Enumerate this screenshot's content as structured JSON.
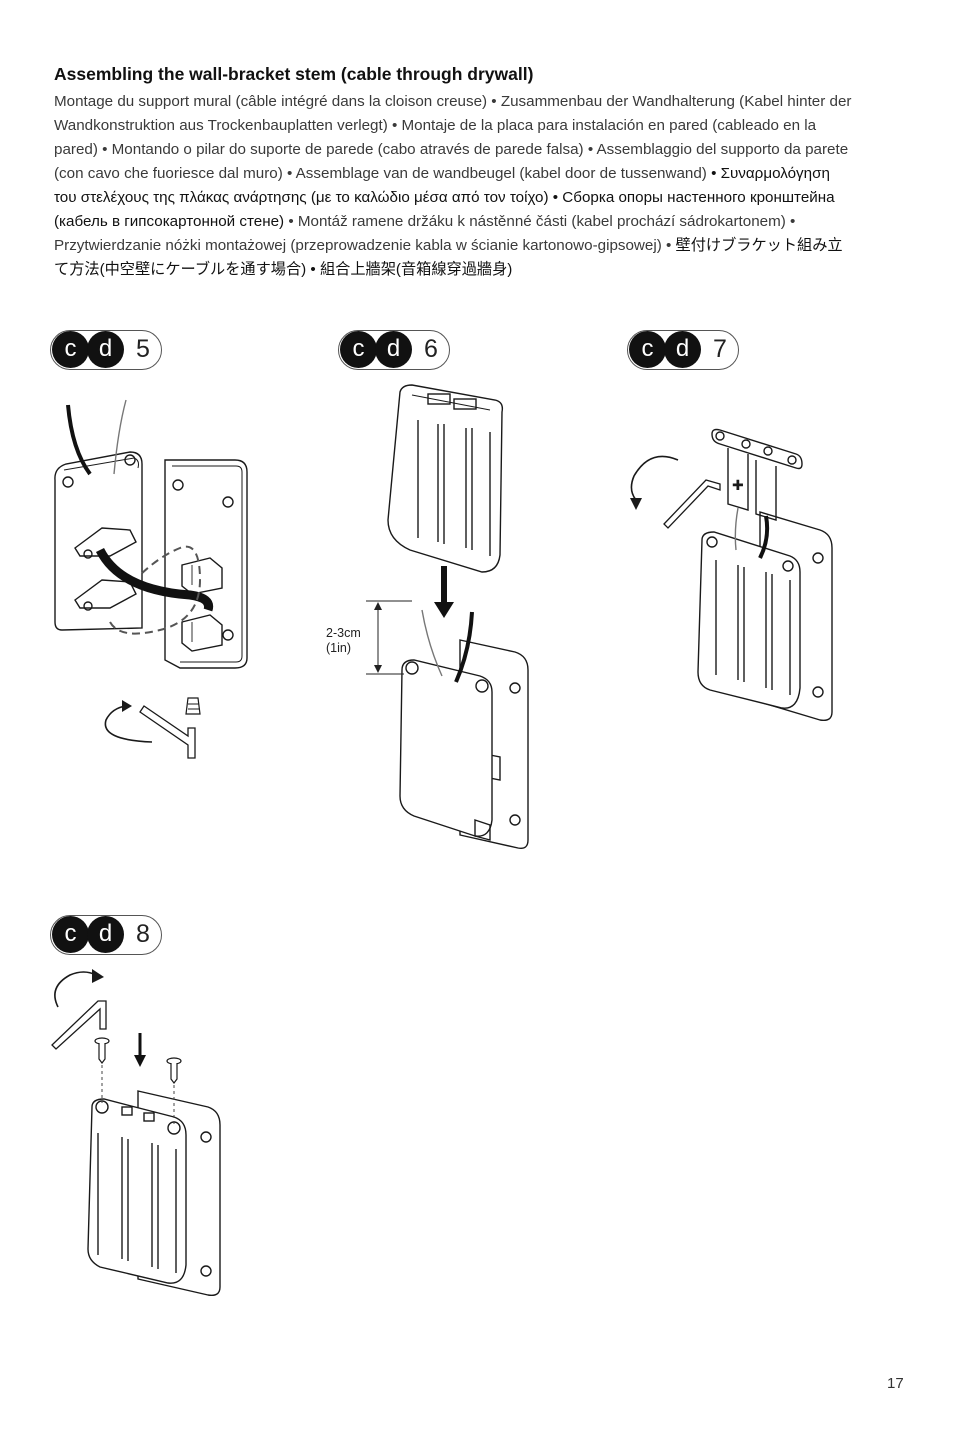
{
  "heading": "Assembling the wall-bracket stem (cable through drywall)",
  "intro": {
    "light_1": "Montage du support mural (câble intégré dans la cloison creuse) • Zusammenbau der Wandhalterung (Kabel hinter der Wandkonstruktion aus Trockenbauplatten verlegt) • Montaje de la placa para instalación en pared (cableado en la pared) • Montando o pilar do suporte de parede (cabo através de parede falsa) • Assemblaggio del supporto da parete (con cavo che fuoriesce dal muro) • Assemblage van de wandbeugel (kabel door de tussenwand) ",
    "dark_1": "• Συναρμολόγηση του στελέχους της πλάκας ανάρτησης (με το καλώδιο μέσα από τον τοίχο) • Сборка опоры настенного кронштейна (кабель в гипсокартонной стене) ",
    "light_2": "• Montáž ramene držáku k nástěnné části (kabel prochází sádrokartonem) • Przytwierdzanie nóżki montażowej (przeprowadzenie kabla w ścianie kartonowo-gipsowej) • ",
    "dark_2": "壁付けブラケット組み立て方法(中空壁にケーブルを通す場合) • 組合上牆架(音箱線穿過牆身)"
  },
  "steps": [
    {
      "c": "c",
      "d": "d",
      "n": "5"
    },
    {
      "c": "c",
      "d": "d",
      "n": "6"
    },
    {
      "c": "c",
      "d": "d",
      "n": "7"
    },
    {
      "c": "c",
      "d": "d",
      "n": "8"
    }
  ],
  "measurement": {
    "line1": "2-3cm",
    "line2": "(1in)"
  },
  "page_number": "17",
  "icons": [
    "rotate-arrow-icon",
    "hex-key-icon",
    "down-arrow-icon",
    "screw-icon"
  ],
  "colors": {
    "ink": "#1a1a1a",
    "badge_fill": "#111111",
    "line_gray": "#777777"
  }
}
